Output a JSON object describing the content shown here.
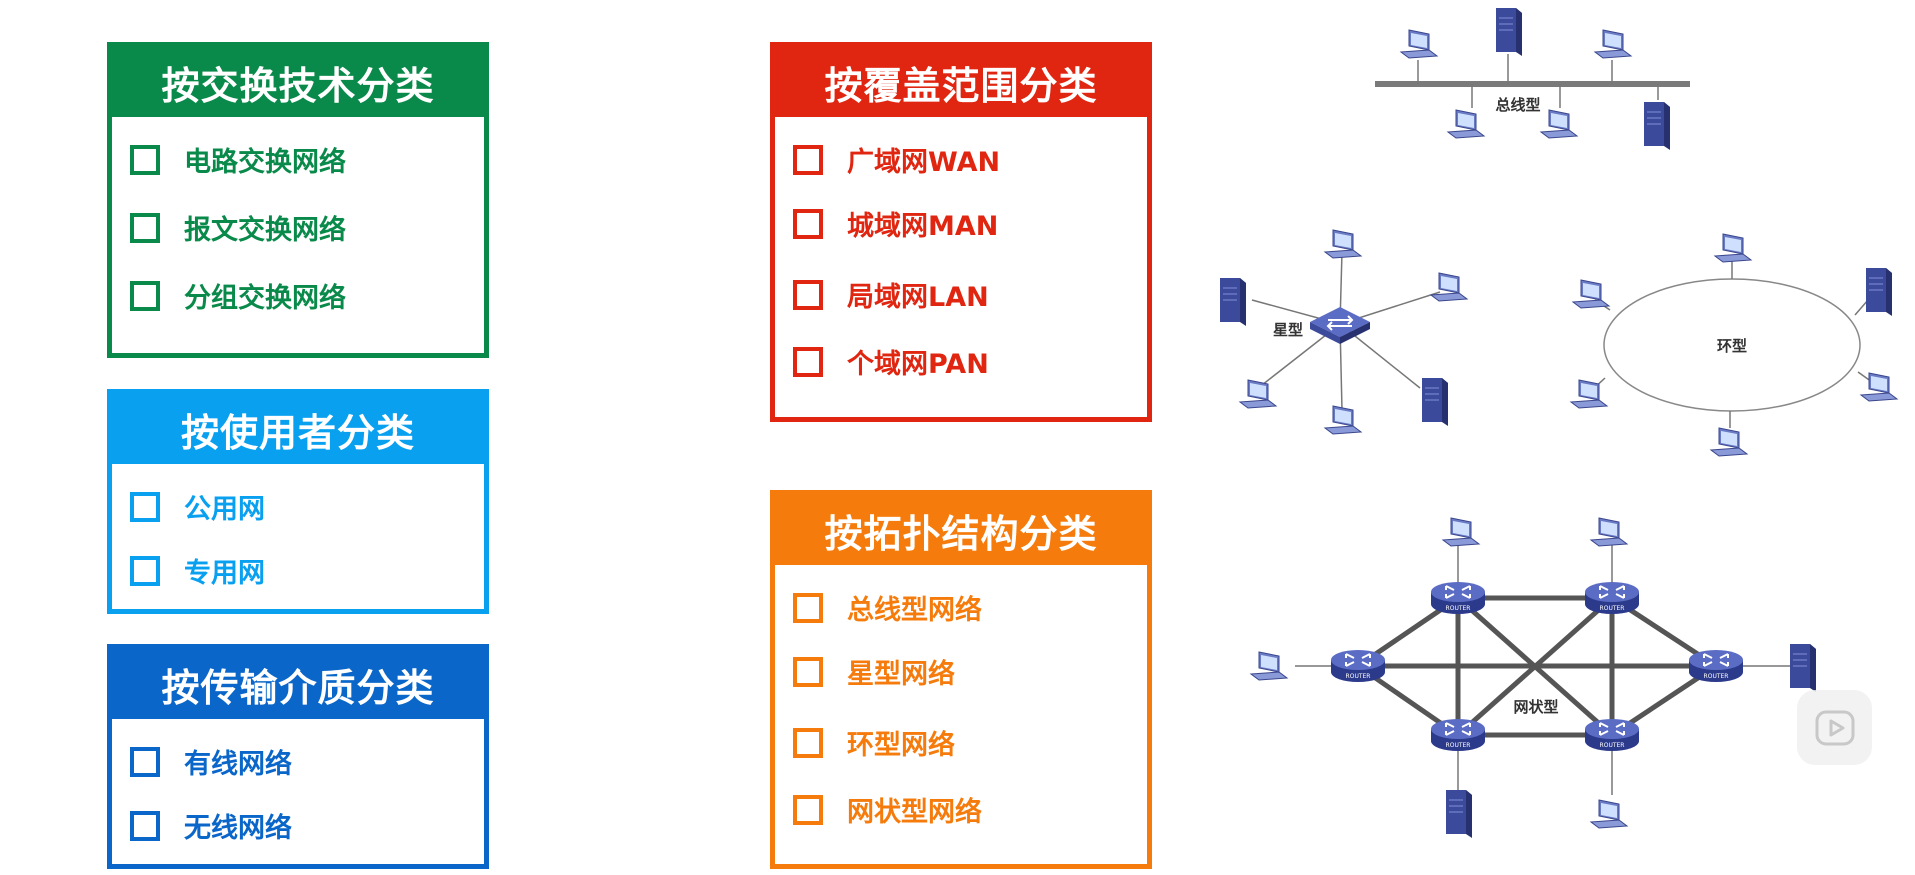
{
  "colors": {
    "switching": "#0a8a4a",
    "user": "#0aa0f0",
    "medium": "#0a66c8",
    "coverage": "#e02610",
    "topology": "#f57c0c"
  },
  "categories": {
    "switching": {
      "title": "按交换技术分类",
      "items": [
        "电路交换网络",
        "报文交换网络",
        "分组交换网络"
      ]
    },
    "user": {
      "title": "按使用者分类",
      "items": [
        "公用网",
        "专用网"
      ]
    },
    "medium": {
      "title": "按传输介质分类",
      "items": [
        "有线网络",
        "无线网络"
      ]
    },
    "coverage": {
      "title": "按覆盖范围分类",
      "items": [
        "广域网WAN",
        "城域网MAN",
        "局域网LAN",
        "个域网PAN"
      ]
    },
    "topology": {
      "title": "按拓扑结构分类",
      "items": [
        "总线型网络",
        "星型网络",
        "环型网络",
        "网状型网络"
      ]
    }
  },
  "topology_labels": {
    "bus": "总线型",
    "star": "星型",
    "ring": "环型",
    "mesh": "网状型",
    "router": "ROUTER"
  },
  "icons": [
    "laptop-icon",
    "server-icon",
    "switch-icon",
    "router-icon",
    "play-icon"
  ]
}
